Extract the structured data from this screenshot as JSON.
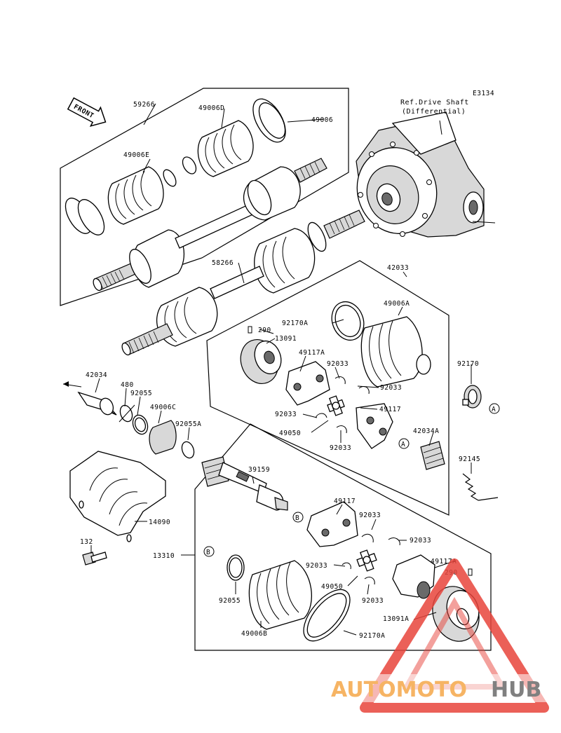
{
  "diagram_code": "E3134",
  "reference": {
    "line1": "Ref.Drive Shaft",
    "line2": "(Differential)"
  },
  "front_label": "FRONT",
  "labels": {
    "p59266": "59266",
    "p49006D": "49006D",
    "p49006": "49006",
    "p49006E": "49006E",
    "p58266": "58266",
    "p42033": "42033",
    "p49006A": "49006A",
    "p92170A_1": "92170A",
    "p290_1": "290",
    "p13091": "13091",
    "p49117A_1": "49117A",
    "p92033_1": "92033",
    "p92033_2": "92033",
    "p92170": "92170",
    "p92033_3": "92033",
    "p49117_1": "49117",
    "p49050_1": "49050",
    "p92033_4": "92033",
    "p42034A": "42034A",
    "p42034": "42034",
    "p480": "480",
    "p92055_1": "92055",
    "p49006C": "49006C",
    "p92055A": "92055A",
    "p92145": "92145",
    "p39159": "39159",
    "p14090": "14090",
    "p49117_2": "49117",
    "p92033_5": "92033",
    "p92033_6": "92033",
    "p132": "132",
    "p13310": "13310",
    "p49117A_2": "49117A",
    "p92033_7": "92033",
    "p290_2": "290",
    "p49050_2": "49050",
    "p92055_2": "92055",
    "p92033_8": "92033",
    "p13091A": "13091A",
    "p49006B": "49006B",
    "p92170A_2": "92170A"
  },
  "markers": {
    "a1": "A",
    "a2": "A",
    "b1": "B",
    "b2": "B"
  },
  "watermark": {
    "part1": "AUTOMOTO",
    "part2": "HUB",
    "color1": "#f5a84a",
    "color2": "#6b6b6b",
    "logo_color": "#e8453c"
  }
}
